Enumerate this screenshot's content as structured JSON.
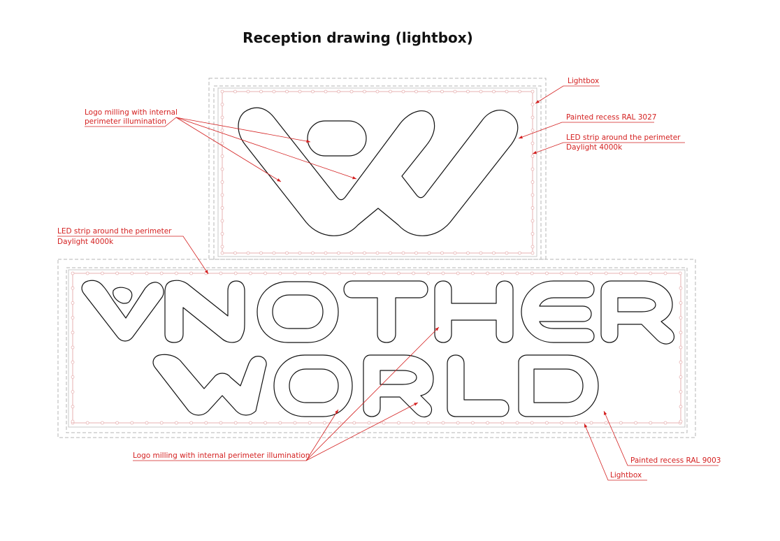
{
  "title": "Reception drawing (lightbox)",
  "labels": {
    "lightbox_top": "Lightbox",
    "painted_recess_top": "Painted recess RAL 3027",
    "led_top_line1": "LED strip around the perimeter",
    "led_top_line2": "Daylight 4000k",
    "logo_milling_top_line1": "Logo milling  with internal",
    "logo_milling_top_line2": "perimeter illumination",
    "led_bottom_line1": "LED strip around the perimeter",
    "led_bottom_line2": "Daylight 4000k",
    "logo_milling_bottom": "Logo milling  with internal perimeter illumination",
    "painted_recess_bottom": "Painted recess RAL 9003",
    "lightbox_bottom": "Lightbox"
  },
  "colors": {
    "annotation": "#d42020",
    "outline": "#111111",
    "frame": "#b4b4b4",
    "led": "#e7b2b2"
  }
}
